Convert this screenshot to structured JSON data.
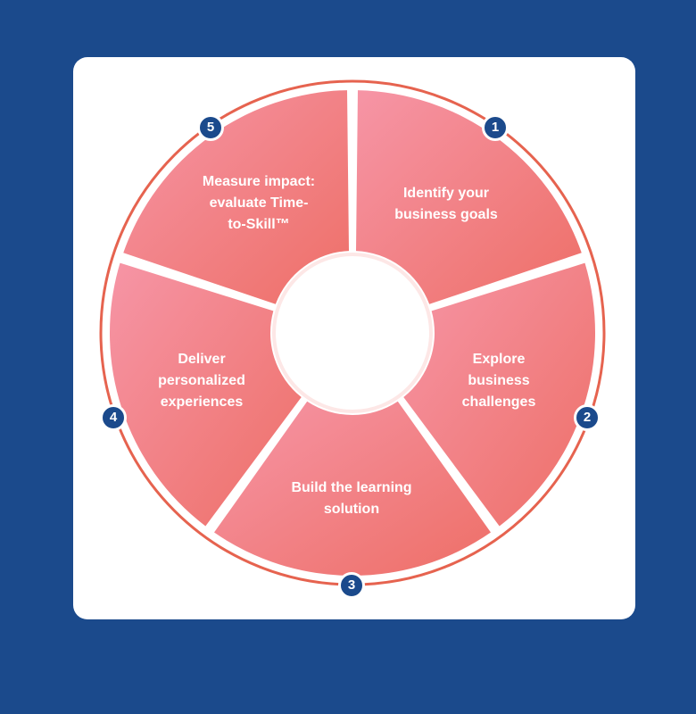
{
  "diagram": {
    "colors": {
      "background": "#1b4a8c",
      "card": "#ffffff",
      "ring": "#e6634f",
      "segment_light": "#f695a6",
      "segment_dark": "#ee6f67",
      "badge": "#1b4a8c"
    },
    "steps": [
      {
        "number": "1",
        "label": "Identify your\nbusiness goals"
      },
      {
        "number": "2",
        "label": "Explore\nbusiness\nchallenges"
      },
      {
        "number": "3",
        "label": "Build the learning\nsolution"
      },
      {
        "number": "4",
        "label": "Deliver\npersonalized\nexperiences"
      },
      {
        "number": "5",
        "label": "Measure impact:\nevaluate Time-\nto-Skill™"
      }
    ]
  }
}
